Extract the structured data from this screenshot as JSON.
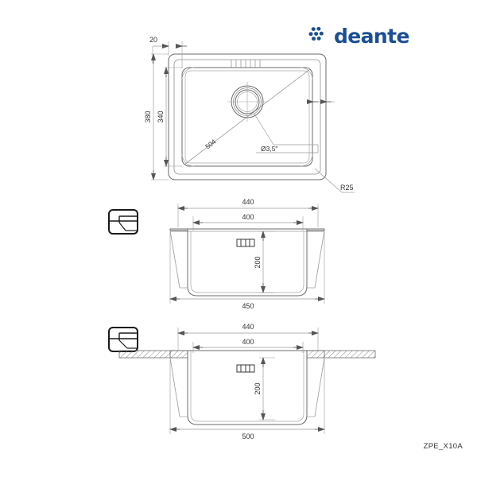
{
  "document": {
    "type": "technical-drawing",
    "product_code": "ZPE_X10A",
    "background_color": "#ffffff",
    "line_color": "#555555",
    "text_color": "#333333"
  },
  "brand": {
    "name": "deante",
    "mark_icon": "deante-floret-logo",
    "color": "#1b4f93"
  },
  "views": {
    "top": {
      "name": "top-view",
      "dimensions": {
        "rim_offset": "20",
        "outer_height": "380",
        "inner_height": "340",
        "diagonal": "504",
        "drain_diameter": "Ø3,5\"",
        "corner_radius": "R25"
      },
      "features": {
        "drain_icon": "drain-hole",
        "radius_leader_icon": "leader-line"
      }
    },
    "middle": {
      "name": "flush-mount-view",
      "detail_icon": "flush-mount-detail-icon",
      "dimensions": {
        "outer_width": "440",
        "inner_width": "400",
        "bowl_depth": "200",
        "overall_width": "450"
      },
      "features": {
        "overflow_icon": "overflow-slot"
      }
    },
    "bottom": {
      "name": "undermount-view",
      "detail_icon": "undermount-detail-icon",
      "dimensions": {
        "outer_width": "440",
        "inner_width": "400",
        "bowl_depth": "200",
        "overall_width": "500"
      },
      "features": {
        "overflow_icon": "overflow-slot",
        "countertop_icon": "hatched-countertop"
      }
    }
  }
}
